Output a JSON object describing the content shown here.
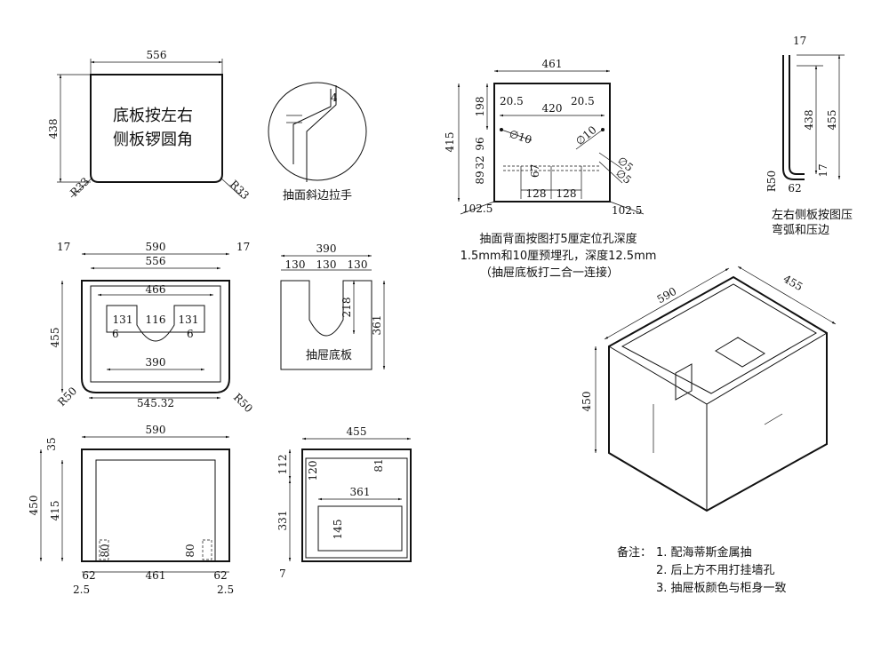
{
  "drawings": {
    "panel": {
      "dims": {
        "width": "556",
        "height": "438",
        "radius_left": "R33",
        "radius_right": "R33"
      },
      "note_line1": "底板按左右",
      "note_line2": "侧板锣圆角"
    },
    "bevel": {
      "dim": "4",
      "caption": "抽面斜边拉手"
    },
    "back": {
      "dims": {
        "width": "461",
        "inner": "420",
        "left_offset": "20.5",
        "right_offset": "20.5",
        "height": "415",
        "v198": "198",
        "v96": "96",
        "v32": "32",
        "v89": "89",
        "hole10_left": "∅10",
        "hole10_right": "∅10",
        "hole5_a": "∅5",
        "hole5_b": "∅5",
        "v67": "67",
        "h128_left": "128",
        "h128_right": "128",
        "edge_left": "102.5",
        "edge_right": "102.5"
      },
      "note_line1": "抽面背面按图打5厘定位孔深度",
      "note_line2": "1.5mm和10厘预埋孔，深度12.5mm",
      "note_line3": "（抽屉底板打二合一连接）"
    },
    "side": {
      "dims": {
        "top": "17",
        "h438": "438",
        "h455": "455",
        "radius": "R50",
        "w62": "62",
        "v17": "17"
      },
      "note_line1": "左右侧板按图压",
      "note_line2": "弯弧和压边"
    },
    "top_view": {
      "dims": {
        "outer": "590",
        "inner": "556",
        "side_left": "17",
        "side_right": "17",
        "w466": "466",
        "w131_left": "131",
        "w116": "116",
        "w131_right": "131",
        "t6_left": "6",
        "t6_right": "6",
        "w390": "390",
        "depth": "455",
        "r_left": "R50",
        "r_right": "R50",
        "bottom": "545.32"
      }
    },
    "drawer_bottom": {
      "dims": {
        "width": "390",
        "w130_a": "130",
        "w130_b": "130",
        "w130_c": "130",
        "h361": "361",
        "h218": "218"
      },
      "caption": "抽屉底板"
    },
    "front_view": {
      "dims": {
        "width": "590",
        "h450": "450",
        "h415": "415",
        "h35": "35",
        "left80": "80",
        "right80": "80",
        "b62_left": "62",
        "b461": "461",
        "b62_right": "62",
        "e25_left": "2.5",
        "e25_right": "2.5"
      }
    },
    "section_view": {
      "dims": {
        "width": "455",
        "h112": "112",
        "h331": "331",
        "h7": "7",
        "v120": "120",
        "v81": "81",
        "w361": "361",
        "v145": "145"
      }
    },
    "iso": {
      "dims": {
        "width": "590",
        "depth": "455",
        "height": "450"
      }
    }
  },
  "notes": {
    "label": "备注：",
    "items": [
      "1. 配海蒂斯金属抽",
      "2. 后上方不用打挂墙孔",
      "3. 抽屉板颜色与柜身一致"
    ]
  }
}
